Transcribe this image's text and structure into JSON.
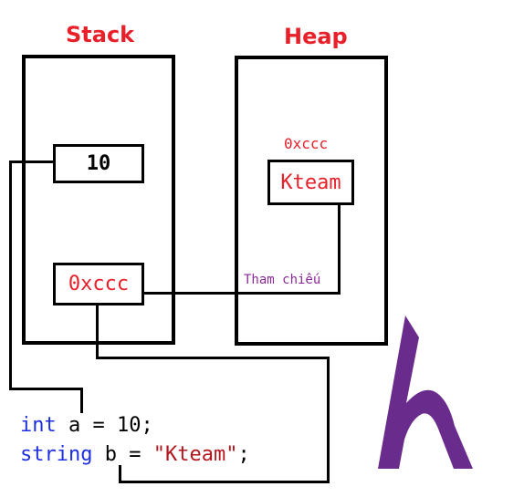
{
  "stack": {
    "title": "Stack",
    "value_cell": "10",
    "ref_cell": "0xccc"
  },
  "heap": {
    "title": "Heap",
    "address": "0xccc",
    "object": "Kteam"
  },
  "reference_label": "Tham chiếu",
  "code": {
    "line1": {
      "keyword": "int",
      "rest": " a = 10;"
    },
    "line2": {
      "keyword": "string",
      "mid": " b = ",
      "literal": "\"Kteam\"",
      "end": ";"
    }
  },
  "colors": {
    "title": "#e8202a",
    "address": "#e8202a",
    "keyword": "#1d2fe0",
    "string_literal": "#b3161d",
    "reference_label": "#8c2a9a",
    "logo": "#6a2c8c"
  },
  "logo": {
    "icon": "kteam-logo-icon"
  }
}
